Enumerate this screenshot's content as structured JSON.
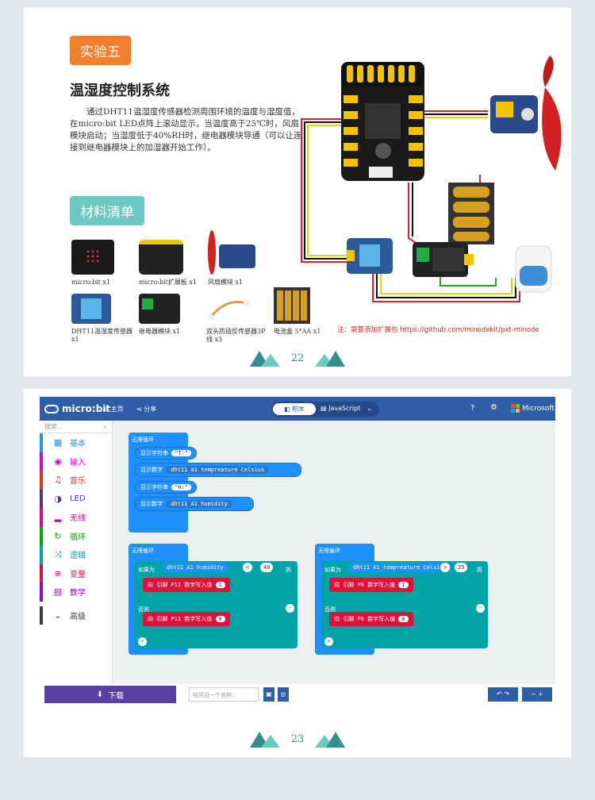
{
  "page1": {
    "tag1": "实验五",
    "title": "温湿度控制系统",
    "description": "通过DHT11温湿度传感器检测周围环境的温度与湿度值，在micro:bit  LED点阵上滚动显示，当温度高于25℃时，风扇模块启动；当湿度低于40%RH时，继电器模块导通（可以让连接到继电器模块上的加湿器开始工作）。",
    "tag2": "材料清单",
    "materials": [
      {
        "label": "micro:bit x1"
      },
      {
        "label": "micro:bit扩展板 x1"
      },
      {
        "label": "风扇模块 x1"
      },
      {
        "label": "DHT11温湿度传感器 x1"
      },
      {
        "label": "继电器模块 x1"
      },
      {
        "label": "双头防插反传感器3P线 x3"
      },
      {
        "label": "电池盒 5*AA x1"
      }
    ],
    "note": "注：需要添加扩展包 https://github.com/minodekit/pxt-minode",
    "page_number": "22"
  },
  "page2": {
    "header": {
      "logo": "micro:bit",
      "home": "主页",
      "share": "分享",
      "tab_blocks": "积木",
      "tab_js": "JavaScript",
      "brand": "Microsoft"
    },
    "search_placeholder": "搜索...",
    "categories": [
      {
        "label": "基本",
        "color": "#1e90ff"
      },
      {
        "label": "输入",
        "color": "#d400d4"
      },
      {
        "label": "音乐",
        "color": "#e63022"
      },
      {
        "label": "LED",
        "color": "#5c2d91"
      },
      {
        "label": "无线",
        "color": "#e3008c"
      },
      {
        "label": "循环",
        "color": "#00aa00"
      },
      {
        "label": "逻辑",
        "color": "#00a4a6"
      },
      {
        "label": "变量",
        "color": "#dc143c"
      },
      {
        "label": "数学",
        "color": "#9400d3"
      },
      {
        "label": "高级",
        "color": "#3c3c3c"
      }
    ],
    "block1": {
      "forever": "无限循环",
      "show_string_1": "显示字符串",
      "str1": "\"T:\"",
      "show_number_1": "显示数字",
      "expr1": "dht11  A1   tempreature  Celsius",
      "show_string_2": "显示字符串",
      "str2": "\"H:\"",
      "show_number_2": "显示数字",
      "expr2": "dht11  A1   humidity"
    },
    "block2": {
      "forever": "无限循环",
      "if": "如果为",
      "cond": "dht11  A1  humidity",
      "op": "<",
      "val": "40",
      "then": "则",
      "write1": "向 引脚  P11  数字写入值",
      "write1_val": "1",
      "else": "否则",
      "write0": "向 引脚  P11  数字写入值",
      "write0_val": "0"
    },
    "block3": {
      "forever": "无限循环",
      "if": "如果为",
      "cond": "dht11  A1  tempreature  Celsius",
      "op": ">",
      "val": "25",
      "then": "则",
      "write1": "向 引脚  P8  数字写入值",
      "write1_val": "1",
      "else": "否则",
      "write0": "向 引脚  P8  数字写入值",
      "write0_val": "0"
    },
    "download": "下载",
    "name_placeholder": "给项目一个名称...",
    "page_number": "23"
  }
}
